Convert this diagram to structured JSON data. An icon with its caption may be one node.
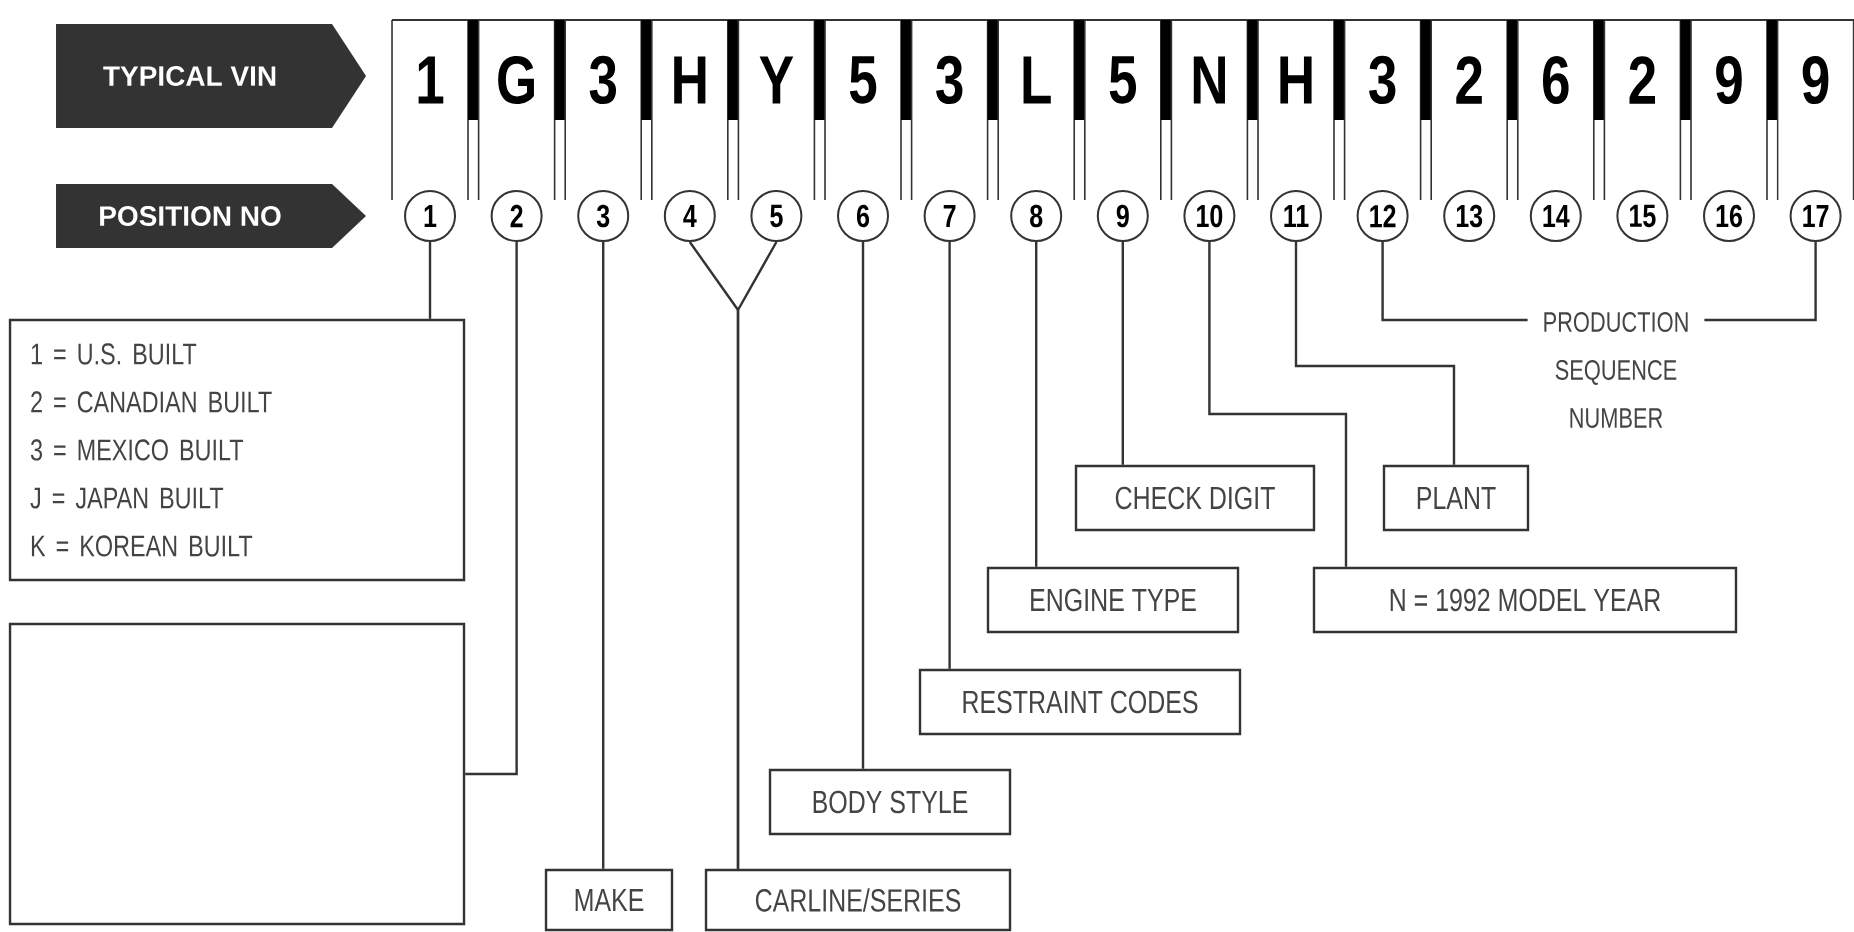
{
  "diagram": {
    "nodes": [
      {
        "text": [
          "TYPICAL VIN"
        ]
      },
      {
        "text": [
          "POSITION NO"
        ]
      },
      {
        "text": [
          "1"
        ]
      },
      {
        "text": [
          "2"
        ]
      },
      {
        "text": [
          "3"
        ]
      },
      {
        "text": [
          "4"
        ]
      },
      {
        "text": [
          "5"
        ]
      },
      {
        "text": [
          "6"
        ]
      },
      {
        "text": [
          "7"
        ]
      },
      {
        "text": [
          "8"
        ]
      },
      {
        "text": [
          "9"
        ]
      },
      {
        "text": [
          "10"
        ]
      },
      {
        "text": [
          "11"
        ]
      },
      {
        "text": [
          "12"
        ]
      },
      {
        "text": [
          "13"
        ]
      },
      {
        "text": [
          "14"
        ]
      },
      {
        "text": [
          "15"
        ]
      },
      {
        "text": [
          "16"
        ]
      },
      {
        "text": [
          "17"
        ]
      },
      {
        "text": [
          "1 = U.S. BUILT",
          "2 = CANADIAN BUILT",
          "3 = MEXICO BUILT",
          "J = JAPAN BUILT",
          "K = KOREAN BUILT"
        ]
      },
      {
        "text": [],
        "shape": "box"
      },
      {
        "text": [
          "MAKE"
        ]
      },
      {
        "text": [
          "CARLINE/SERIES"
        ]
      },
      {
        "text": [
          "BODY STYLE"
        ]
      },
      {
        "text": [
          "RESTRAINT CODES"
        ]
      },
      {
        "text": [
          "ENGINE TYPE"
        ]
      },
      {
        "text": [
          "CHECK DIGIT"
        ]
      },
      {
        "text": [
          "N = 1992 MODEL YEAR"
        ]
      },
      {
        "text": [
          "PLANT"
        ]
      },
      {
        "text": [
          "PRODUCTION SEQUENCE NUMBER"
        ]
      }
    ],
    "edges": [
      {
        "from": 2,
        "to": 19,
        "arrow": "none"
      },
      {
        "from": 3,
        "to": 20,
        "arrow": "none"
      },
      {
        "from": 4,
        "to": 21,
        "arrow": "none"
      },
      {
        "from": 5,
        "to": 22,
        "arrow": "none"
      },
      {
        "from": 6,
        "to": 22,
        "arrow": "none"
      },
      {
        "from": 7,
        "to": 23,
        "arrow": "none"
      },
      {
        "from": 8,
        "to": 24,
        "arrow": "none"
      },
      {
        "from": 9,
        "to": 25,
        "arrow": "none"
      },
      {
        "from": 10,
        "to": 26,
        "arrow": "none"
      },
      {
        "from": 11,
        "to": 27,
        "arrow": "none"
      },
      {
        "from": 12,
        "to": 28,
        "arrow": "none"
      },
      {
        "from": 13,
        "to": 29,
        "arrow": "none"
      },
      {
        "from": 18,
        "to": 29,
        "arrow": "none"
      }
    ],
    "labels": [
      "1",
      "G",
      "3",
      "H",
      "Y",
      "5",
      "3",
      "L",
      "5",
      "N",
      "H",
      "3",
      "2",
      "6",
      "2",
      "9",
      "9"
    ]
  }
}
